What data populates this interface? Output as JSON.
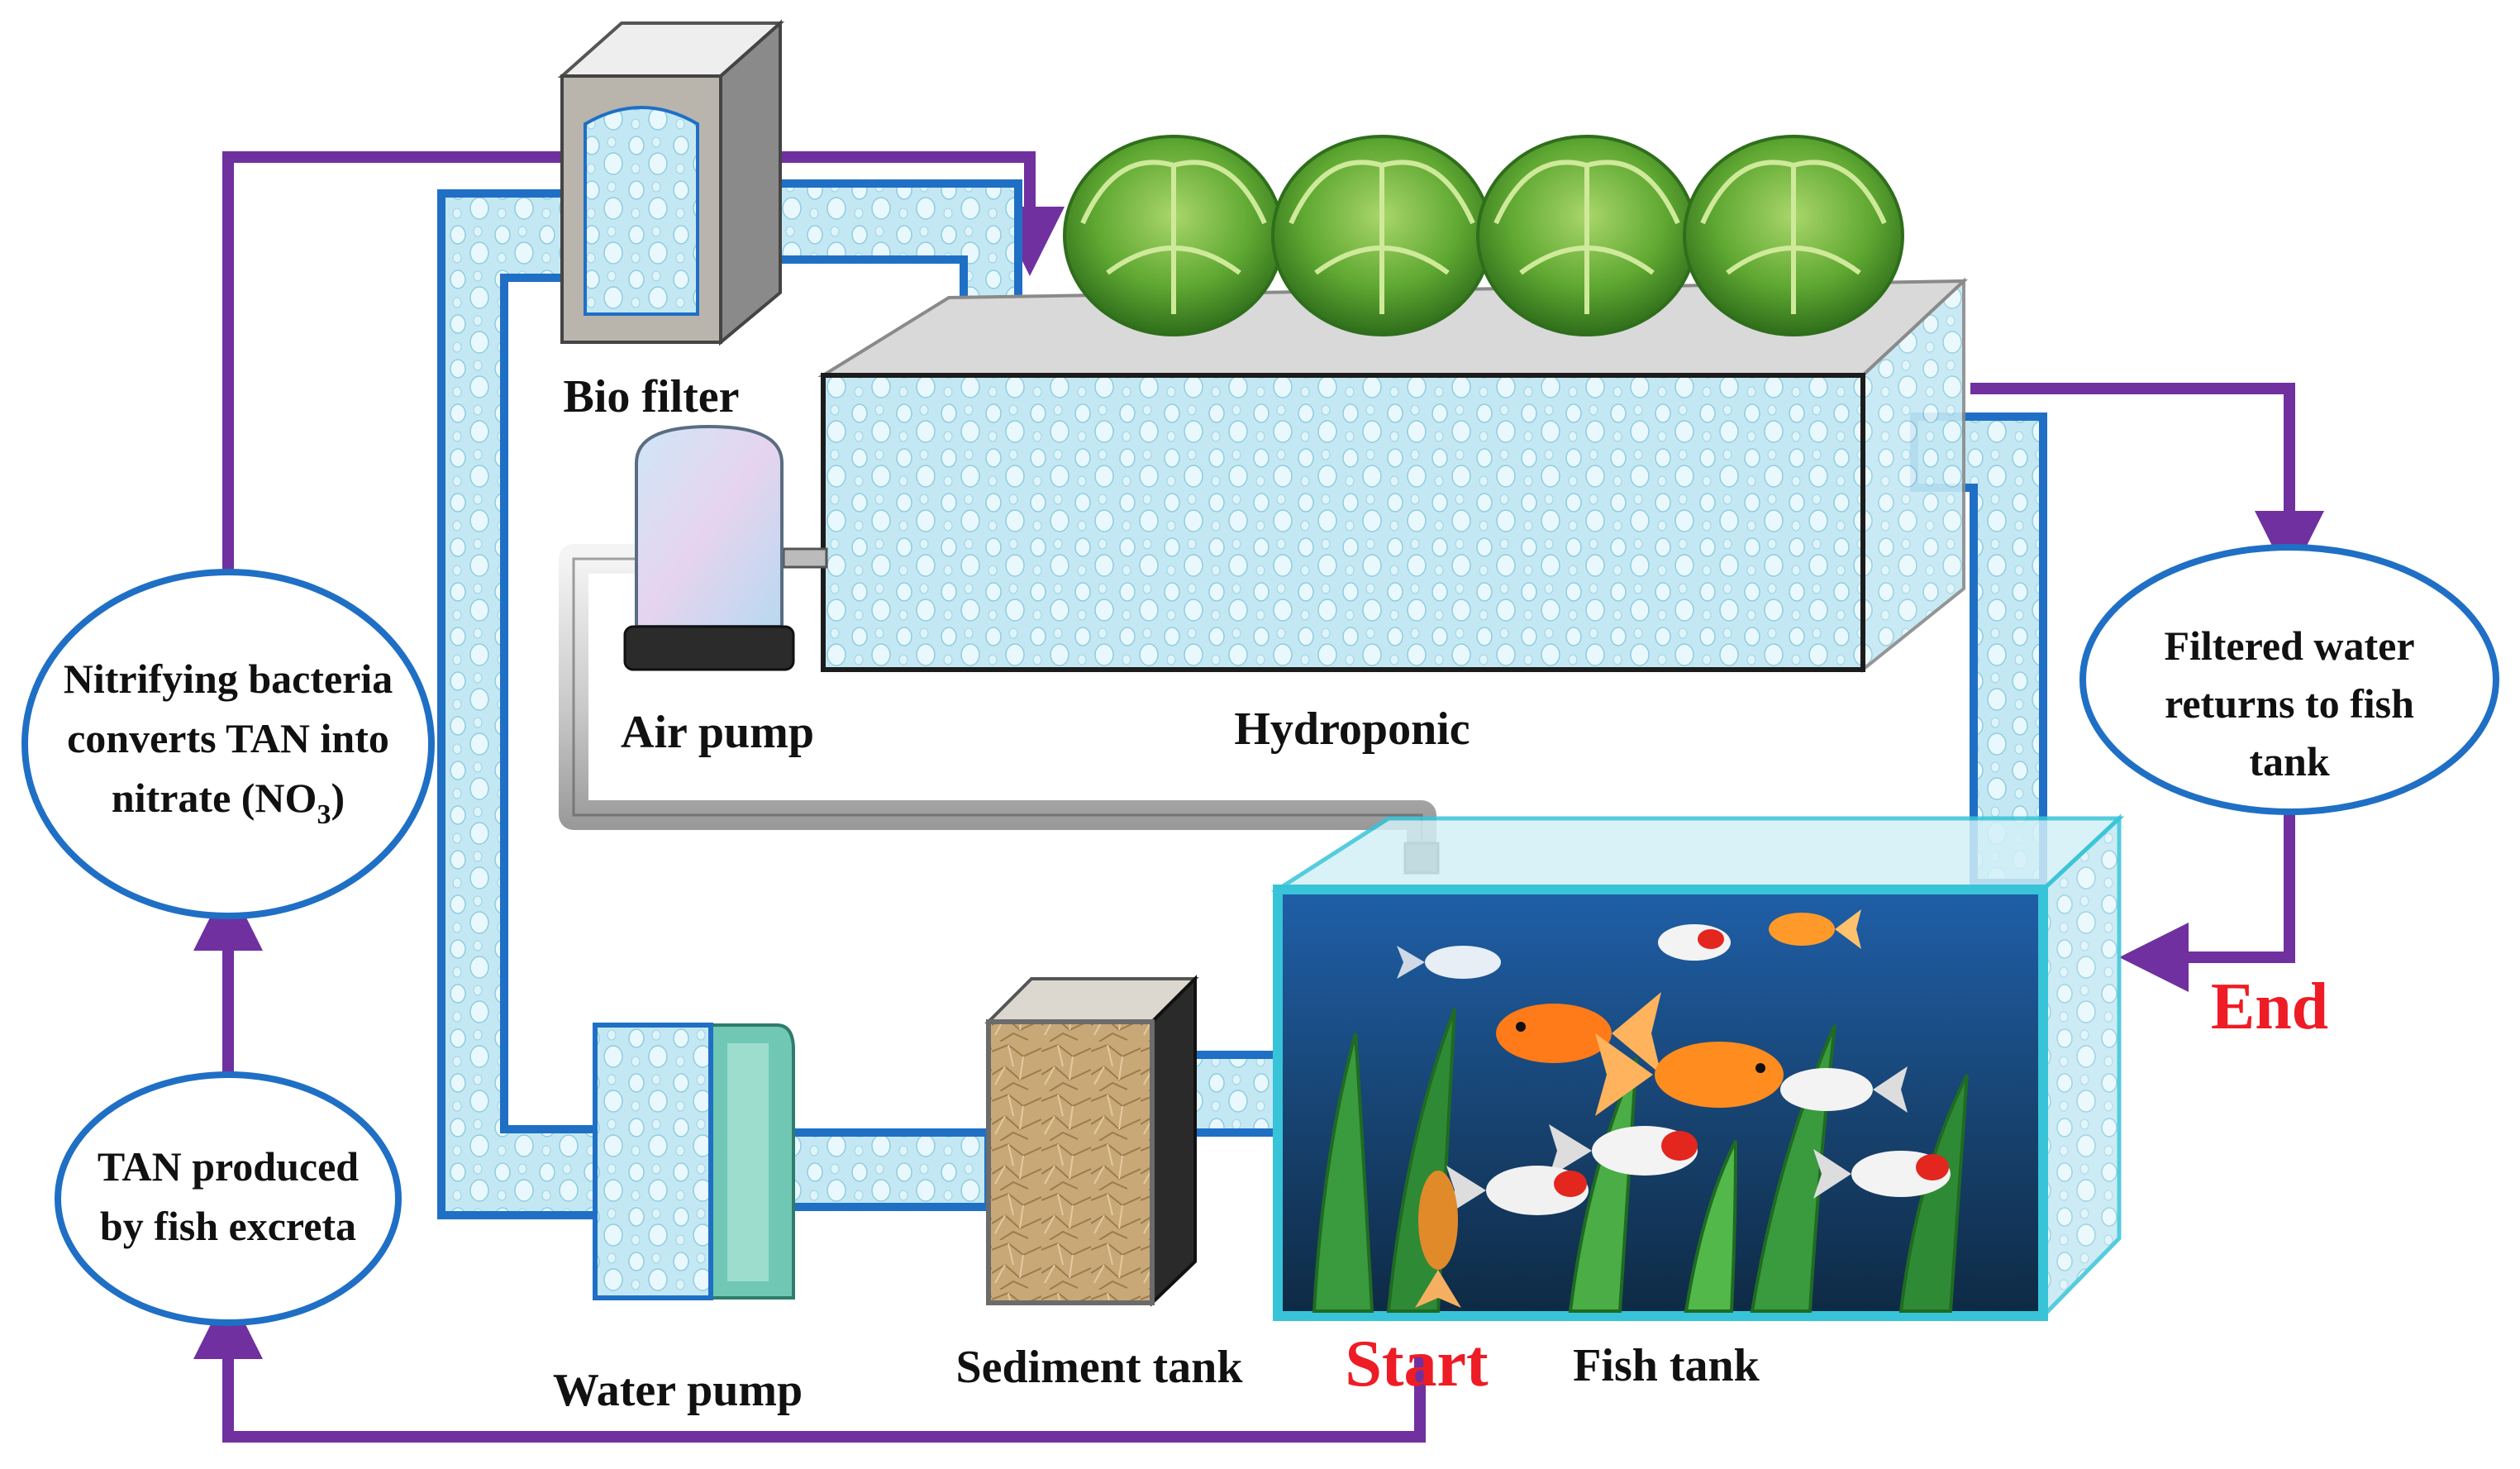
{
  "diagram": {
    "components": {
      "bio_filter": "Bio filter",
      "air_pump": "Air pump",
      "hydroponic": "Hydroponic",
      "water_pump": "Water pump",
      "sediment_tank": "Sediment tank",
      "fish_tank": "Fish tank"
    },
    "bubbles": {
      "nitrifying": {
        "line1": "Nitrifying bacteria",
        "line2": "converts TAN into",
        "line3_main": "nitrate (NO",
        "line3_sub": "3",
        "line3_end": ")"
      },
      "tan": {
        "line1": "TAN produced",
        "line2": "by fish excreta"
      },
      "filtered": {
        "line1": "Filtered water",
        "line2": "returns to fish",
        "line3": "tank"
      }
    },
    "markers": {
      "start": "Start",
      "end": "End"
    },
    "colors": {
      "cycle_arrow": "#7030a0",
      "pipe_outline": "#1f6fc5",
      "pipe_fill": "#bfe6f2",
      "bubble_outline": "#1f6fc5",
      "marker_text": "#ee1c25",
      "fish_tank_frame": "#38c4d8",
      "lettuce": "#4c9a2a"
    }
  }
}
